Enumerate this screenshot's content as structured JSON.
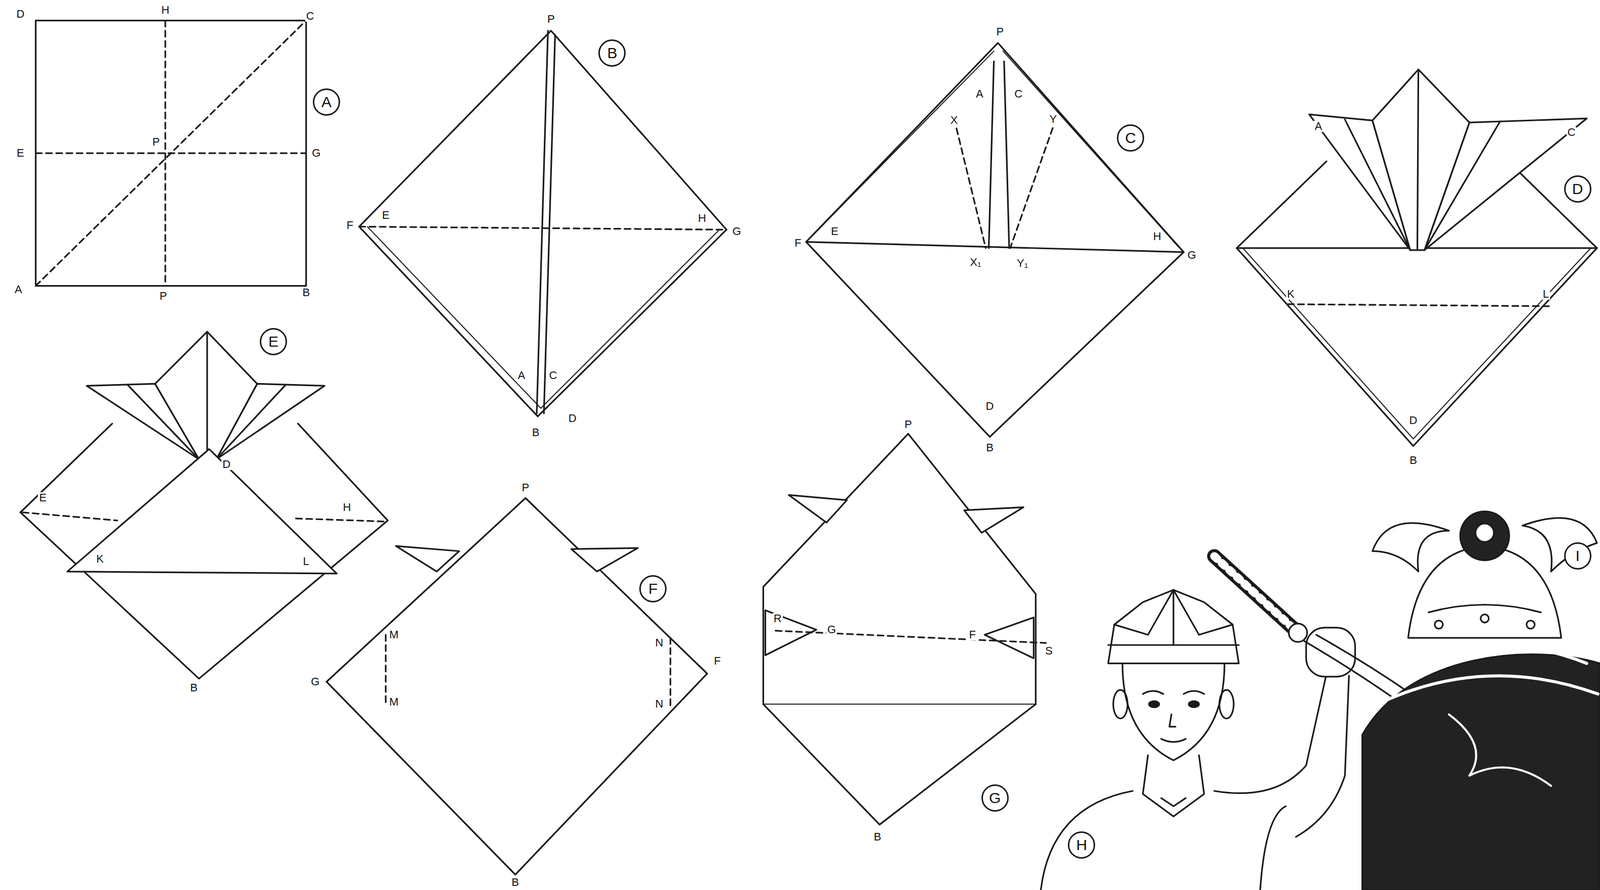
{
  "diagram": {
    "nodes": [
      {
        "text": [
          "A"
        ]
      },
      {
        "text": [
          "B"
        ]
      },
      {
        "text": [
          "C"
        ]
      },
      {
        "text": [
          "D"
        ]
      },
      {
        "text": [
          "E"
        ]
      },
      {
        "text": [
          "F"
        ]
      },
      {
        "text": [
          "G"
        ]
      },
      {
        "text": [
          "H"
        ]
      },
      {
        "text": [
          "I"
        ]
      }
    ],
    "labels": [
      "D",
      "H",
      "C",
      "E",
      "P",
      "G",
      "A",
      "P",
      "B",
      "P",
      "F",
      "E",
      "H",
      "G",
      "A",
      "C",
      "D",
      "B",
      "P",
      "A",
      "C",
      "X",
      "Y",
      "F",
      "E",
      "X₁",
      "Y₁",
      "H",
      "G",
      "D",
      "B",
      "A",
      "C",
      "K",
      "L",
      "D",
      "B",
      "E",
      "H",
      "D",
      "K",
      "L",
      "B",
      "P",
      "G",
      "M",
      "M",
      "N",
      "N",
      "F",
      "B",
      "P",
      "R",
      "G",
      "F",
      "S",
      "B"
    ]
  }
}
